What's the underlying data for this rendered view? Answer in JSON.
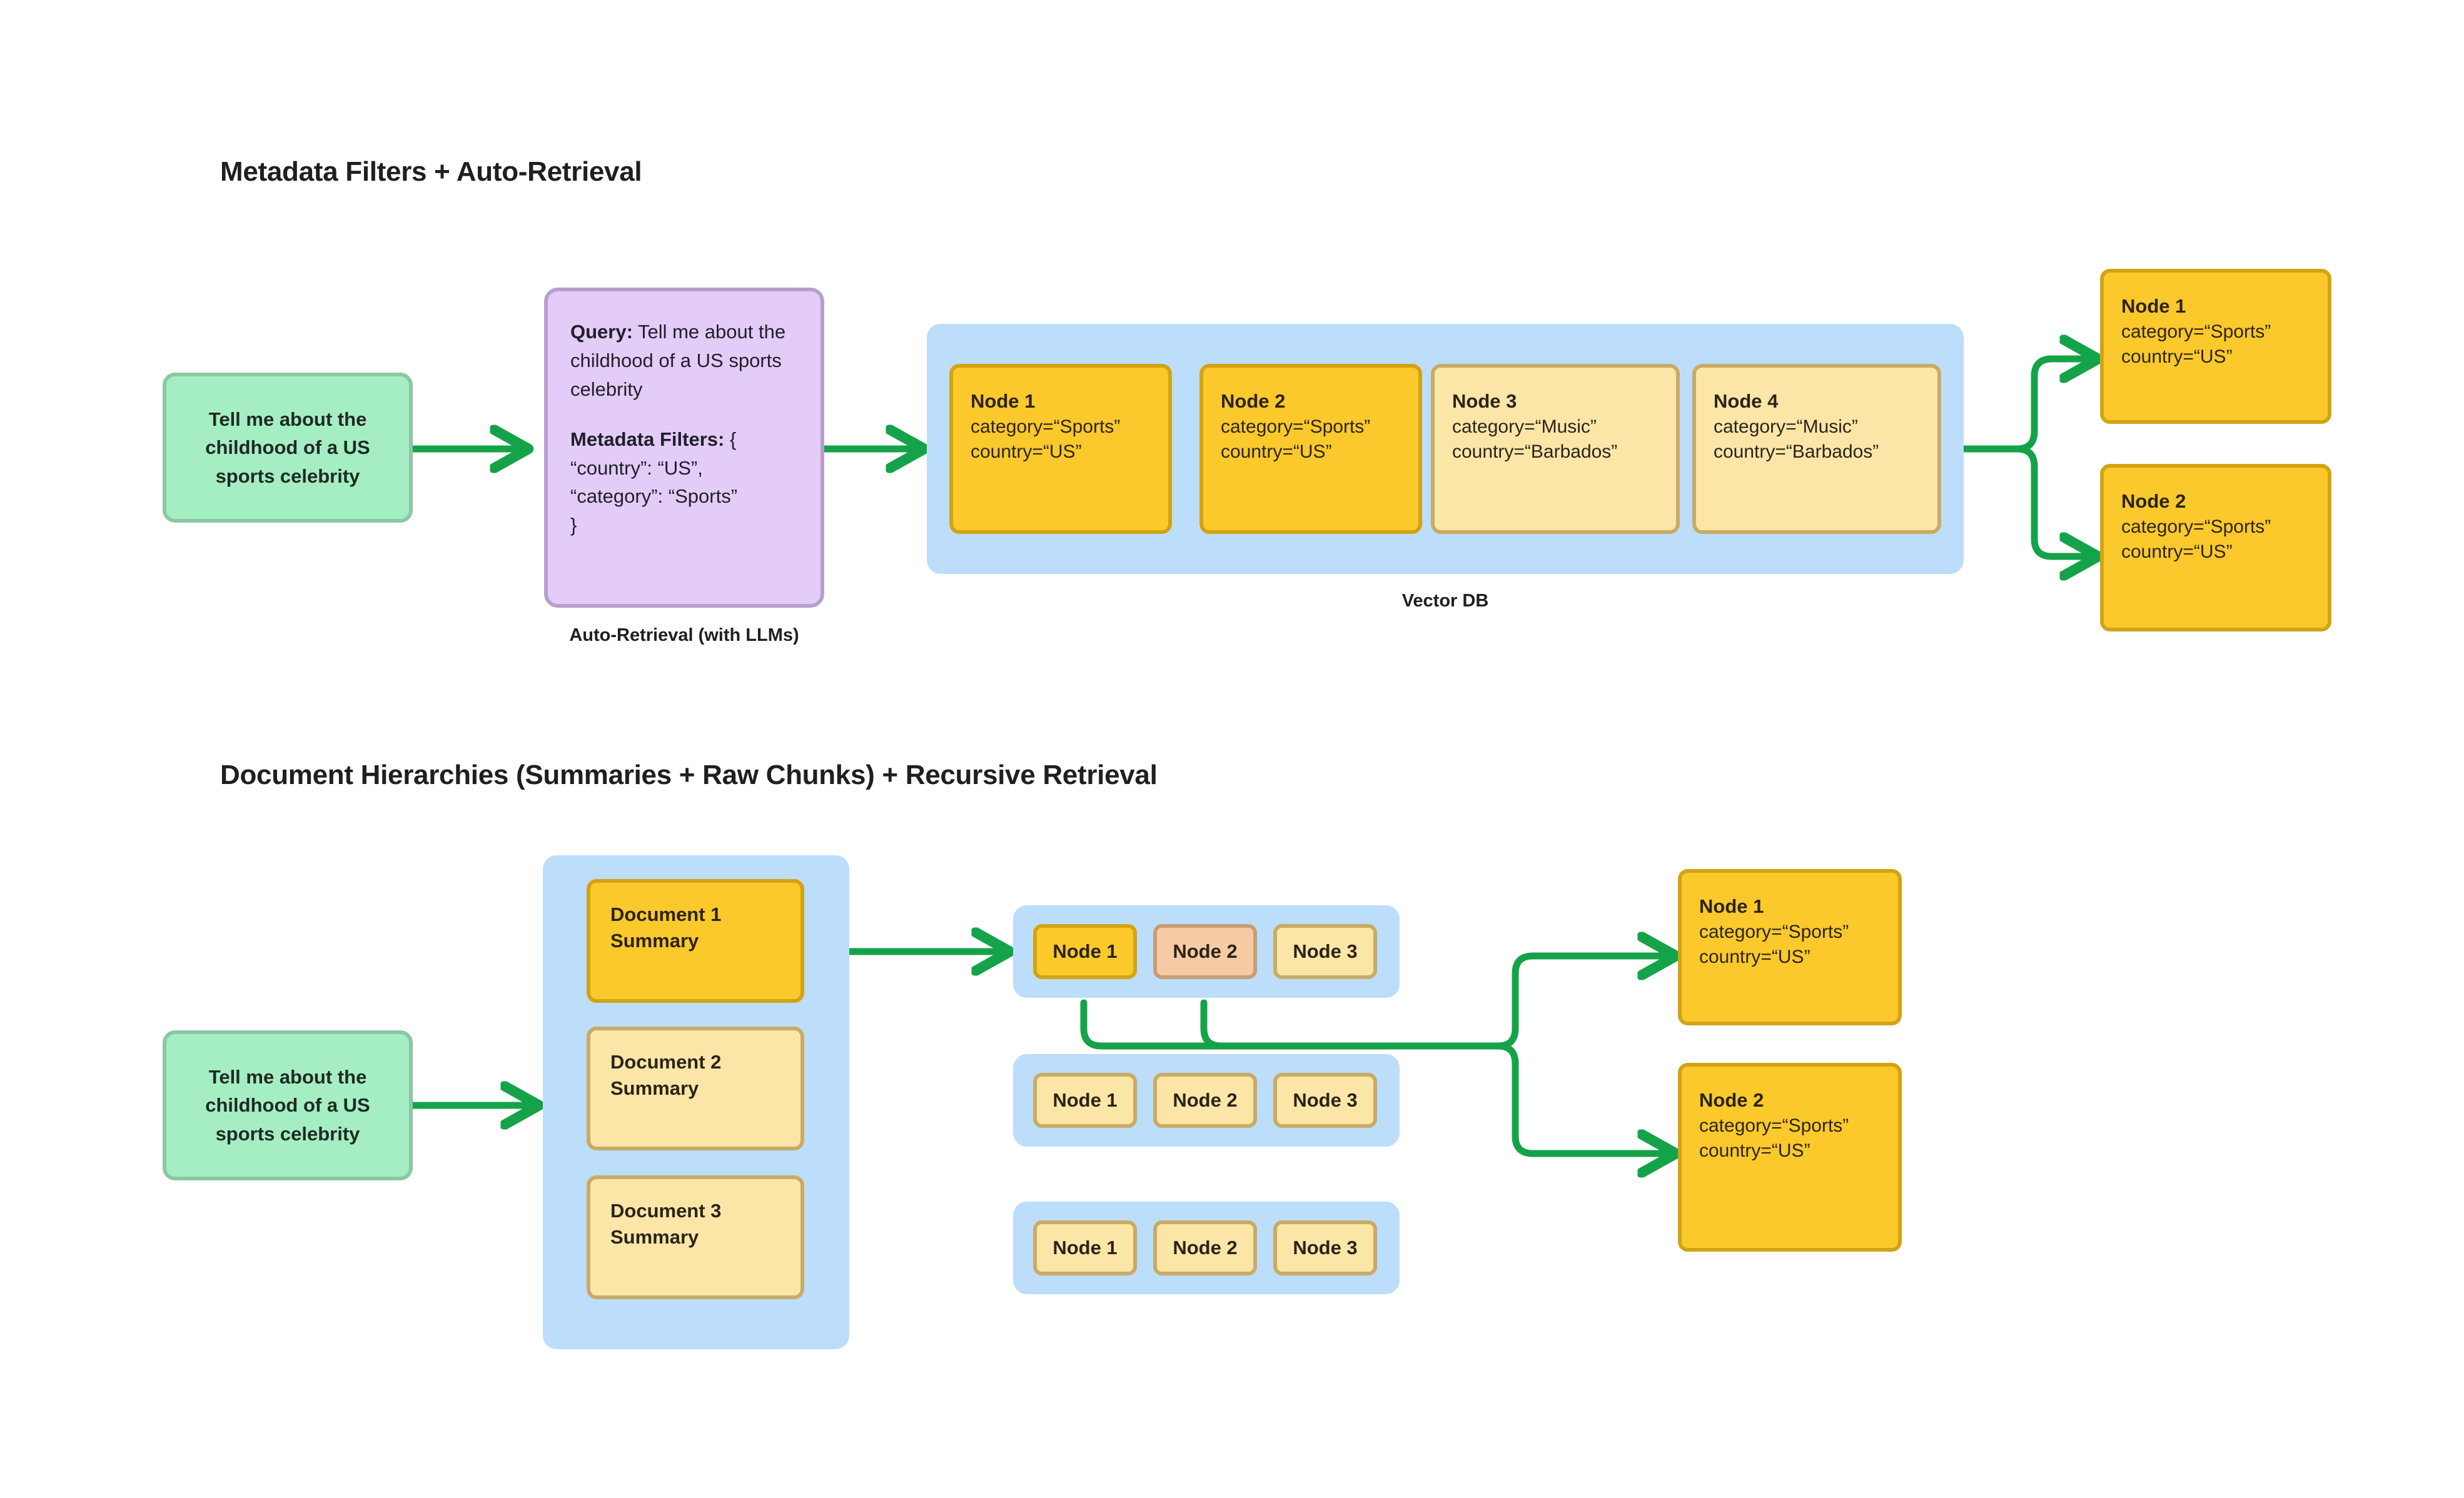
{
  "colors": {
    "arrow_green": "#15a34a",
    "query_green_fill": "#a5eec4",
    "query_green_border": "#8cc7a3",
    "purple_fill": "#e3ccf7",
    "purple_border": "#b79fcb",
    "container_blue": "#bcdefb",
    "node_dark_fill": "#fbc92b",
    "node_dark_border": "#d2a313",
    "node_light_fill": "#fbe6a8",
    "node_light_border": "#c9ab65",
    "node_peach_fill": "#f6cba4",
    "node_peach_border": "#c79d74",
    "text_dark": "#1f1f1f",
    "background": "#ffffff"
  },
  "section1": {
    "title": "Metadata Filters + Auto-Retrieval",
    "query_box": {
      "text": "Tell me about the childhood of a US sports celebrity"
    },
    "auto_retrieval": {
      "caption": "Auto-Retrieval (with LLMs)",
      "query_label": "Query:",
      "query_value": "Tell me about the childhood of a US sports celebrity",
      "filters_label": "Metadata Filters:",
      "filters_open": "{",
      "filters_line1": "“country”: “US”,",
      "filters_line2": "“category”: “Sports”",
      "filters_close": "}"
    },
    "vector_db": {
      "caption": "Vector DB",
      "nodes": [
        {
          "title": "Node 1",
          "category": "category=“Sports”",
          "country": "country=“US”",
          "style": "dark"
        },
        {
          "title": "Node 2",
          "category": "category=“Sports”",
          "country": "country=“US”",
          "style": "dark"
        },
        {
          "title": "Node 3",
          "category": "category=“Music”",
          "country": "country=“Barbados”",
          "style": "light"
        },
        {
          "title": "Node 4",
          "category": "category=“Music”",
          "country": "country=“Barbados”",
          "style": "light"
        }
      ]
    },
    "results": [
      {
        "title": "Node 1",
        "category": "category=“Sports”",
        "country": "country=“US”"
      },
      {
        "title": "Node 2",
        "category": "category=“Sports”",
        "country": "country=“US”"
      }
    ]
  },
  "section2": {
    "title": "Document Hierarchies (Summaries + Raw Chunks) + Recursive Retrieval",
    "query_box": {
      "text": "Tell me about the childhood of a US sports celebrity"
    },
    "documents": [
      {
        "line1": "Document 1",
        "line2": "Summary",
        "style": "dark"
      },
      {
        "line1": "Document 2",
        "line2": "Summary",
        "style": "light"
      },
      {
        "line1": "Document 3",
        "line2": "Summary",
        "style": "light"
      }
    ],
    "chunk_rows": [
      {
        "chips": [
          {
            "label": "Node 1",
            "style": "dark"
          },
          {
            "label": "Node 2",
            "style": "peach"
          },
          {
            "label": "Node 3",
            "style": "light"
          }
        ]
      },
      {
        "chips": [
          {
            "label": "Node 1",
            "style": "light"
          },
          {
            "label": "Node 2",
            "style": "light"
          },
          {
            "label": "Node 3",
            "style": "light"
          }
        ]
      },
      {
        "chips": [
          {
            "label": "Node 1",
            "style": "light"
          },
          {
            "label": "Node 2",
            "style": "light"
          },
          {
            "label": "Node 3",
            "style": "light"
          }
        ]
      }
    ],
    "results": [
      {
        "title": "Node 1",
        "category": "category=“Sports”",
        "country": "country=“US”"
      },
      {
        "title": "Node 2",
        "category": "category=“Sports”",
        "country": "country=“US”"
      }
    ]
  }
}
